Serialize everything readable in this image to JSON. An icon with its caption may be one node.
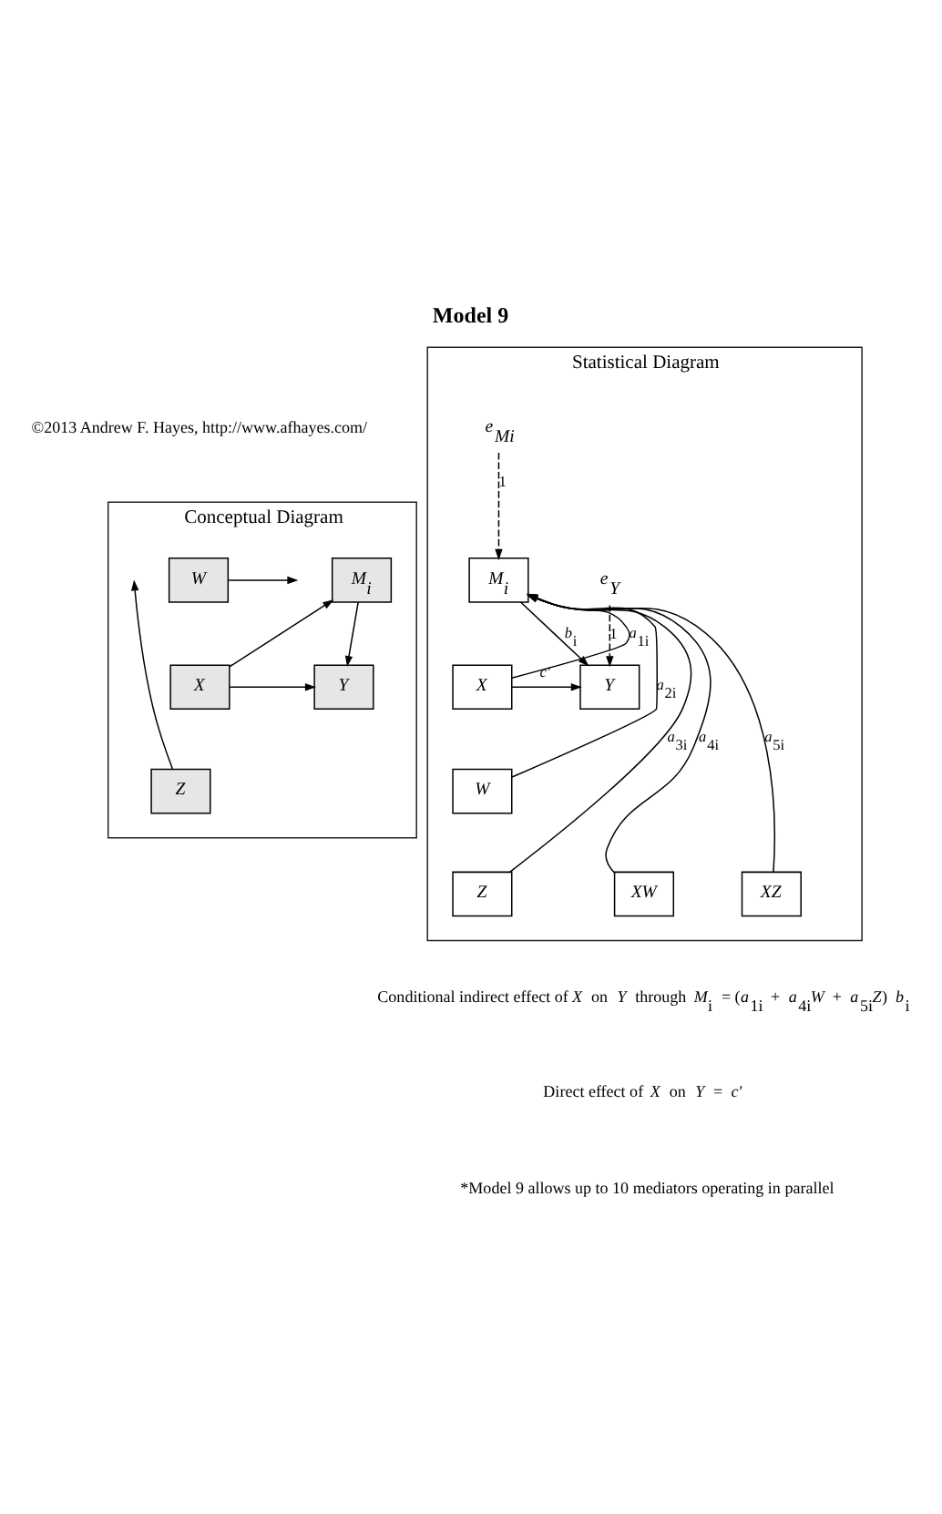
{
  "diagram": {
    "title": "Model 9",
    "nodes": [
      {
        "text": [
          "Conceptual Diagram"
        ]
      },
      {
        "text": [
          "W"
        ],
        "in": 0
      },
      {
        "text": [
          "M$_{i}$"
        ],
        "in": 0
      },
      {
        "text": [
          "X"
        ],
        "in": 0
      },
      {
        "text": [
          "Y"
        ],
        "in": 0
      },
      {
        "text": [
          "Z"
        ],
        "in": 0
      },
      {
        "text": [
          "Statistical Diagram"
        ]
      },
      {
        "text": [
          "e$_{Mi}$"
        ],
        "in": 6
      },
      {
        "text": [
          "M$_{i}$"
        ],
        "in": 6
      },
      {
        "text": [
          "e$_{Y}$"
        ],
        "in": 6
      },
      {
        "text": [
          "X"
        ],
        "in": 6
      },
      {
        "text": [
          "Y"
        ],
        "in": 6
      },
      {
        "text": [
          "W"
        ],
        "in": 6
      },
      {
        "text": [
          "Z"
        ],
        "in": 6
      },
      {
        "text": [
          "XW"
        ],
        "in": 6
      },
      {
        "text": [
          "XZ"
        ],
        "in": 6
      }
    ],
    "edges": [
      {
        "from": 3,
        "to": 2,
        "arrow": "to"
      },
      {
        "from": 2,
        "to": 4,
        "arrow": "to"
      },
      {
        "from": 3,
        "to": 4,
        "arrow": "to"
      },
      {
        "from": 1,
        "to": null,
        "arrow": "to"
      },
      {
        "from": 5,
        "to": null,
        "arrow": "to"
      },
      {
        "from": 7,
        "to": 8,
        "arrow": "to",
        "style": "dashed",
        "label": "1"
      },
      {
        "from": 10,
        "to": 8,
        "arrow": "to",
        "label": "*a*$_{1i}$"
      },
      {
        "from": 12,
        "to": 8,
        "arrow": "to",
        "label": "*a*$_{2i}$"
      },
      {
        "from": 13,
        "to": 8,
        "arrow": "to",
        "label": "*a*$_{3i}$"
      },
      {
        "from": 14,
        "to": 8,
        "arrow": "to",
        "label": "*a*$_{4i}$"
      },
      {
        "from": 15,
        "to": 8,
        "arrow": "to",
        "label": "*a*$_{5i}$"
      },
      {
        "from": 8,
        "to": 11,
        "arrow": "to",
        "label": "*b*$_{i}$"
      },
      {
        "from": 9,
        "to": 11,
        "arrow": "to",
        "style": "dashed",
        "label": "1"
      },
      {
        "from": 10,
        "to": 11,
        "arrow": "to",
        "label": "*c*′"
      }
    ],
    "labels": [
      "©2013 Andrew F. Hayes, http://www.afhayes.com/",
      "Conditional indirect effect of *X* on *Y* through *M*$_{i}$ = (*a*$_{1i}$ + *a*$_{4i}$*W* + *a*$_{5i}$*Z*) *b*$_{i}$",
      "Direct effect of *X* on *Y* = *c*′",
      "*Model 9 allows up to 10 mediators operating in parallel"
    ]
  }
}
